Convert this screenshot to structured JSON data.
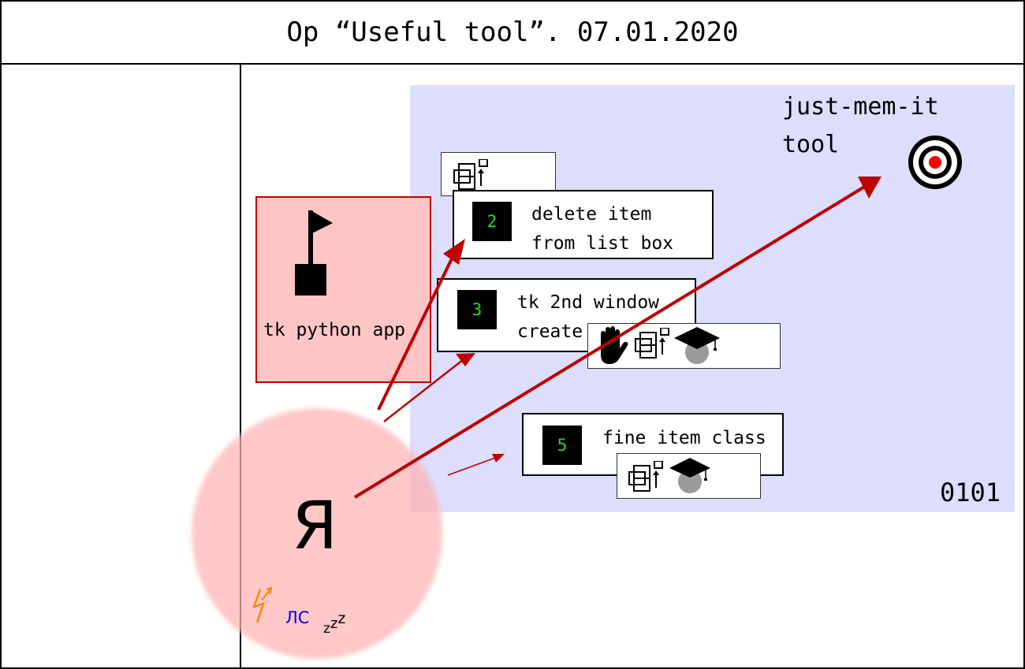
{
  "header": {
    "title": "Op “Useful tool”. 07.01.2020"
  },
  "tool": {
    "title": "just-mem-it\ntool",
    "code": "0101",
    "panel_color": "#dcdefb"
  },
  "app": {
    "label": "tk python app",
    "fill": "#ffc5c5",
    "border": "#c00000"
  },
  "tasks": [
    {
      "number": "2",
      "label": "delete item\nfrom list box"
    },
    {
      "number": "3",
      "label": "tk 2nd window\ncreate"
    },
    {
      "number": "5",
      "label": "fine item class"
    }
  ],
  "me": {
    "glyph": "Я",
    "status_ls": "ЛС",
    "sleep": [
      "z",
      "z",
      "z"
    ],
    "circle_color": "#ffb3b3"
  },
  "icons": [
    "target-icon",
    "flag-icon",
    "windows-move-icon",
    "hand-icon",
    "graduation-cap-icon",
    "lightning-icon"
  ],
  "colors": {
    "arrow": "#c00000",
    "number_text": "#22dd22",
    "status_blue": "#0000ee",
    "lightning": "#ff8800"
  }
}
